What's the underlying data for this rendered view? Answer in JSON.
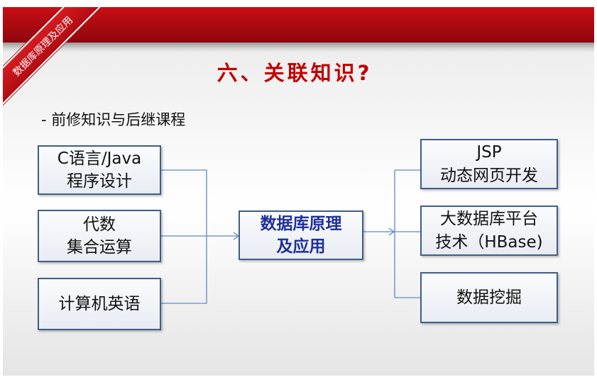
{
  "banner": {
    "ribbon_text": "数据库原理及应用"
  },
  "title": "六、关联知识?",
  "subheading": "- 前修知识与后继课程",
  "prerequisites": [
    {
      "lines": [
        "C语言/Java",
        "程序设计"
      ]
    },
    {
      "lines": [
        "代数",
        "集合运算"
      ]
    },
    {
      "lines": [
        "计算机英语"
      ]
    }
  ],
  "center_course": {
    "lines": [
      "数据库原理",
      "及应用"
    ]
  },
  "followups": [
    {
      "lines": [
        "JSP",
        "动态网页开发"
      ]
    },
    {
      "lines": [
        "大数据库平台",
        "技术（HBase)"
      ]
    },
    {
      "lines": [
        "数据挖掘"
      ]
    }
  ],
  "colors": {
    "banner_red": "#b50b12",
    "title_red": "#c00000",
    "box_border": "#3f5d8a",
    "connector": "#5b8bc5",
    "center_text": "#1f2f9a"
  }
}
